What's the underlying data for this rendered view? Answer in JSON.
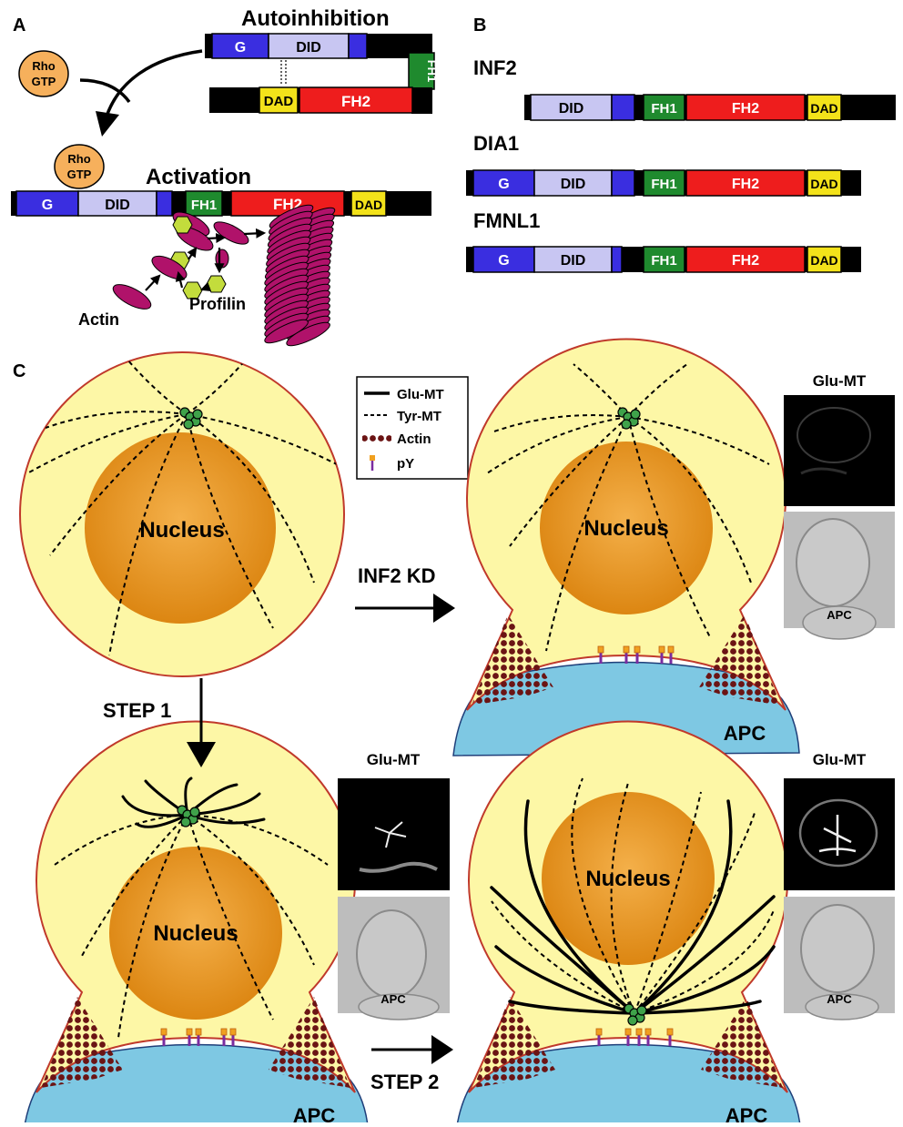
{
  "panels": {
    "a": "A",
    "b": "B",
    "c": "C"
  },
  "panel_a": {
    "autoinhibition_title": "Autoinhibition",
    "activation_title": "Activation",
    "rho_gtp": [
      "Rho",
      "GTP"
    ],
    "domains": {
      "g": "G",
      "did": "DID",
      "fh1": "FH1",
      "fh2": "FH2",
      "dad": "DAD"
    },
    "actin_label": "Actin",
    "profilin_label": "Profilin"
  },
  "panel_b": {
    "proteins": [
      {
        "name": "INF2",
        "g": "",
        "did": "DID",
        "fh1": "FH1",
        "fh2": "FH2",
        "dad": "DAD"
      },
      {
        "name": "DIA1",
        "g": "G",
        "did": "DID",
        "fh1": "FH1",
        "fh2": "FH2",
        "dad": "DAD"
      },
      {
        "name": "FMNL1",
        "g": "G",
        "did": "DID",
        "fh1": "FH1",
        "fh2": "FH2",
        "dad": "DAD"
      }
    ]
  },
  "panel_c": {
    "legend": [
      {
        "style": "solid",
        "label": "Glu-MT"
      },
      {
        "style": "dashed",
        "label": "Tyr-MT"
      },
      {
        "style": "actin",
        "label": "Actin"
      },
      {
        "style": "py",
        "label": "pY"
      }
    ],
    "nucleus_label": "Nucleus",
    "apc_label": "APC",
    "steps": {
      "inf2_kd": "INF2 KD",
      "step1": "STEP 1",
      "step2": "STEP 2"
    },
    "micrographs": {
      "top_label": "Glu-MT",
      "bottom_label": "APC"
    }
  },
  "colors": {
    "g": "#3a2ee0",
    "did": "#c8c6f2",
    "fh1": "#1f8a2e",
    "fh2": "#ee1d1d",
    "dad": "#f3e21a",
    "rho": "#f6b05c",
    "actin": "#b0126a",
    "profilin": "#c3dc3c",
    "cell": "#fdf7a6",
    "cell_border": "#c0392b",
    "nucleus": "#e8961a",
    "apc": "#7ec8e3",
    "actin_dots": "#6b1414",
    "centrosome": "#3fa24a"
  }
}
